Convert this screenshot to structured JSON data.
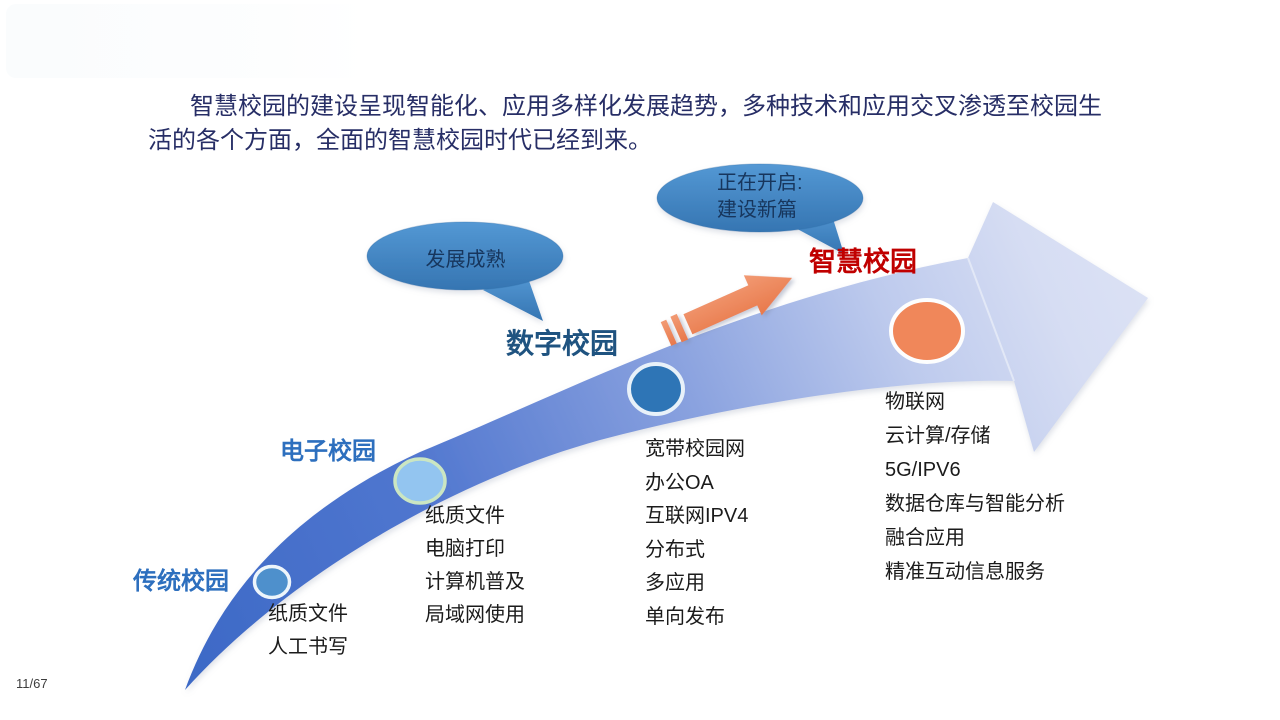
{
  "page": {
    "number": "11/67"
  },
  "intro": {
    "line1": "智慧校园的建设呈现智能化、应用多样化发展趋势，多种技术和应用交叉渗透至校园生",
    "line2": "活的各个方面，全面的智慧校园时代已经到来。"
  },
  "callouts": {
    "mature": {
      "text": "发展成熟"
    },
    "opening": {
      "line1": "正在开启:",
      "line2": "建设新篇"
    }
  },
  "stages": [
    {
      "name": "传统校园",
      "color": "#2D6FBE",
      "marker_color": "#4E90CC",
      "items": [
        "纸质文件",
        "人工书写"
      ]
    },
    {
      "name": "电子校园",
      "color": "#2D6FBE",
      "marker_color": "#93C5F0",
      "items": [
        "纸质文件",
        "电脑打印",
        "计算机普及",
        "局域网使用"
      ]
    },
    {
      "name": "数字校园",
      "color": "#1F5380",
      "marker_color": "#2E75B6",
      "items": [
        "宽带校园网",
        "办公OA",
        "互联网IPV4",
        "分布式",
        "多应用",
        "单向发布"
      ]
    },
    {
      "name": "智慧校园",
      "color": "#C00000",
      "marker_color": "#F0875A",
      "items": [
        "物联网",
        "云计算/存储",
        "5G/IPV6",
        "数据仓库与智能分析",
        "融合应用",
        "精准互动信息服务"
      ]
    }
  ],
  "palette": {
    "arrow_tail_blue": "#3C69C6",
    "arrow_head_light": "#DCE2F5",
    "callout_bubble_blue": "#4E94D0",
    "accent_orange": "#ED855A",
    "intro_text_navy": "#272E66"
  }
}
